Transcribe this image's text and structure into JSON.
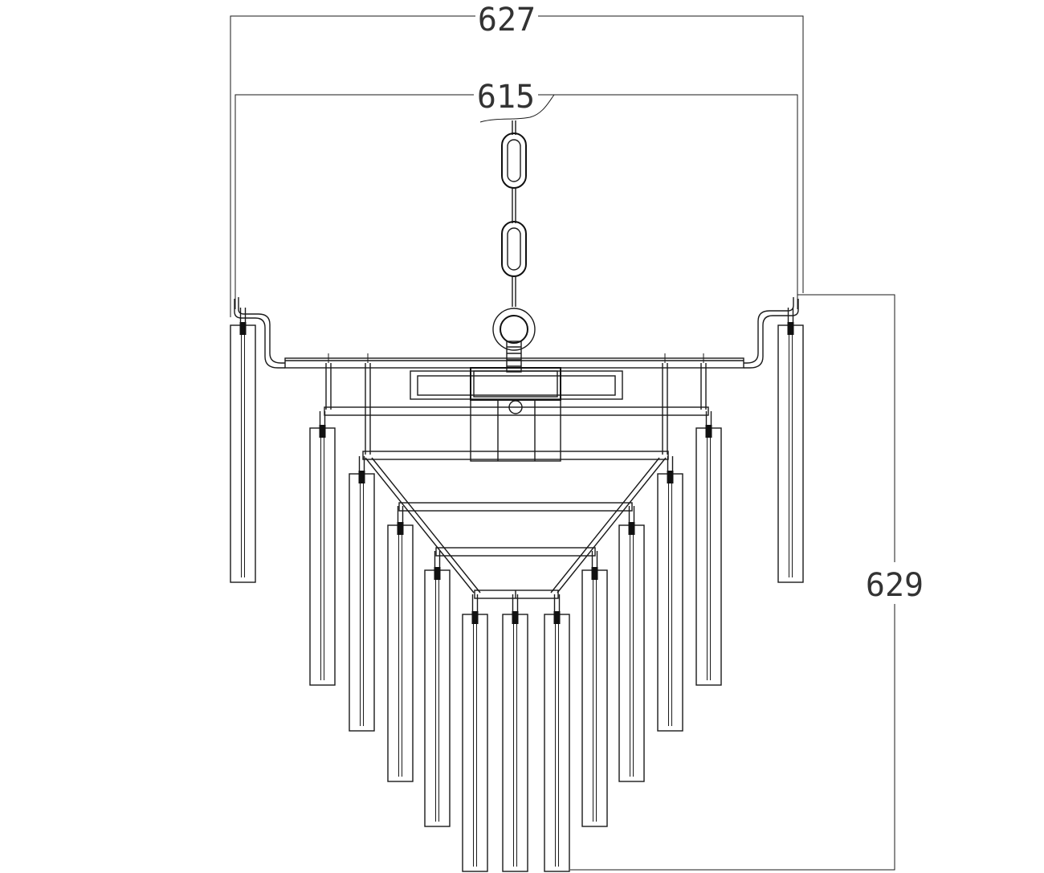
{
  "drawing": {
    "subject": "chandelier-front-elevation",
    "dimensions": {
      "overall_width": "627",
      "frame_width": "615",
      "height": "629"
    },
    "line_color": "#1a1a1a",
    "text_color": "#333333"
  }
}
